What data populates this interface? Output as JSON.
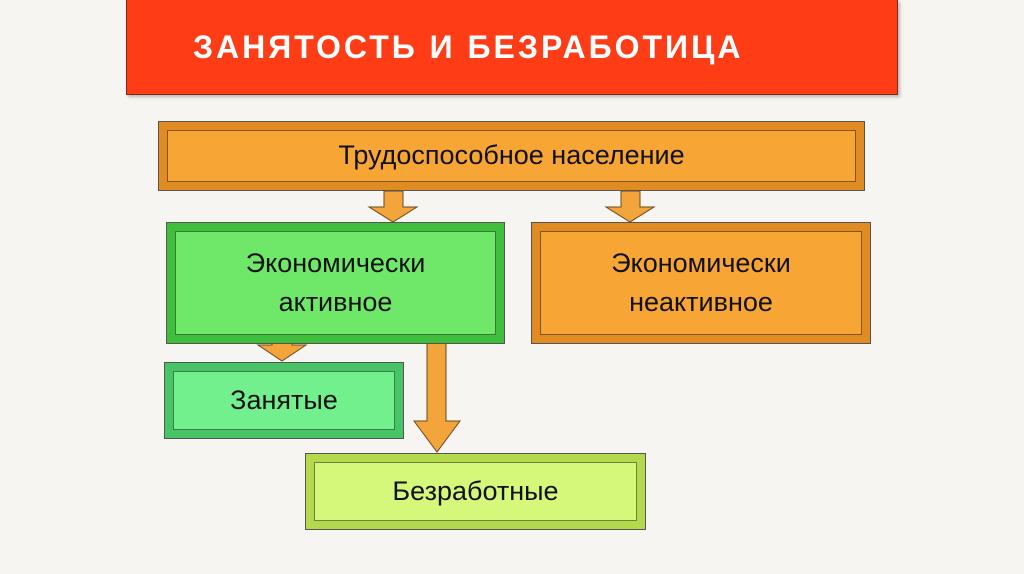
{
  "title": "ЗАНЯТОСТЬ И БЕЗРАБОТИЦА",
  "nodes": {
    "labor_force": "Трудоспособное население",
    "econ_active": "Экономически активное",
    "econ_inactive": "Экономически неактивное",
    "employed": "Занятые",
    "unemployed": "Безработные"
  },
  "colors": {
    "title_bg": "#fe3d17",
    "orange": "#f7a635",
    "green": "#6fe86a",
    "mint": "#72f08e",
    "lime": "#d6f87a"
  }
}
